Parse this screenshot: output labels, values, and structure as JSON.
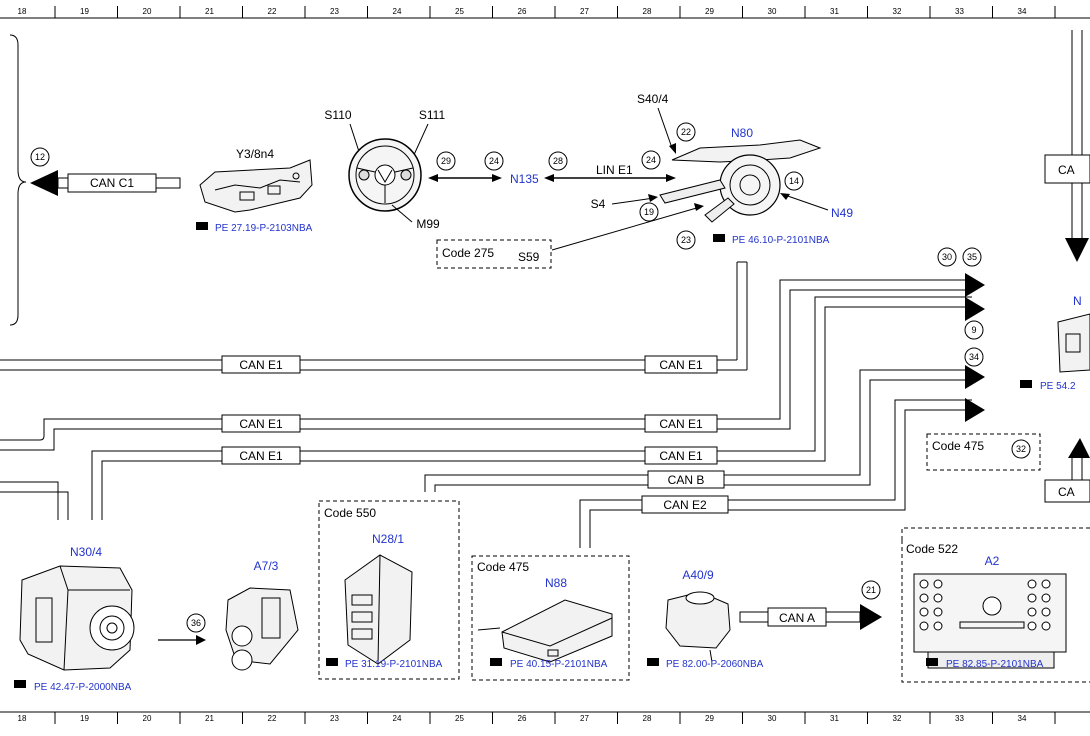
{
  "ruler_numbers": [
    "18",
    "19",
    "20",
    "21",
    "22",
    "23",
    "24",
    "25",
    "26",
    "27",
    "28",
    "29",
    "30",
    "31",
    "32",
    "33",
    "34"
  ],
  "callouts": [
    "12",
    "29",
    "24",
    "28",
    "22",
    "24",
    "14",
    "19",
    "23",
    "30",
    "35",
    "9",
    "34",
    "32",
    "36",
    "21"
  ],
  "bus_labels": {
    "can_c1": "CAN C1",
    "line_e1": "LIN E1",
    "can_e1": "CAN E1",
    "can_b": "CAN B",
    "can_e2": "CAN E2",
    "can_a": "CAN A",
    "can_cut": "CA"
  },
  "components": {
    "y3_8n4": "Y3/8n4",
    "s110": "S110",
    "s111": "S111",
    "m99": "M99",
    "n135": "N135",
    "s40_4": "S40/4",
    "n80": "N80",
    "s4": "S4",
    "n49": "N49",
    "s59": "S59",
    "n30_4": "N30/4",
    "a7_3": "A7/3",
    "n28_1": "N28/1",
    "n88": "N88",
    "a40_9": "A40/9",
    "a2": "A2",
    "n_cut": "N"
  },
  "codes": {
    "code275": "Code 275",
    "code550": "Code 550",
    "code475a": "Code 475",
    "code475b": "Code 475",
    "code522": "Code 522"
  },
  "refs": {
    "r1": "PE 27.19-P-2103NBA",
    "r2": "PE 46.10-P-2101NBA",
    "r3": "PE 42.47-P-2000NBA",
    "r4": "PE 31.19-P-2101NBA",
    "r5": "PE 40.15-P-2101NBA",
    "r6": "PE 82.00-P-2060NBA",
    "r7": "PE 82.85-P-2101NBA",
    "r8": "PE 54.2"
  }
}
